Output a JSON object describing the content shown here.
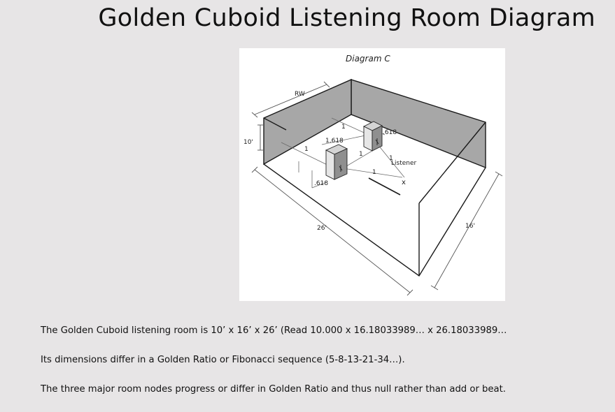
{
  "page": {
    "title": "Golden Cuboid Listening Room Diagram"
  },
  "diagram": {
    "caption": "Diagram C",
    "labels": {
      "rw": "RW",
      "height": "10'",
      "length": "26'",
      "width": "16'",
      "listener": "Listener",
      "listener_mark": "x",
      "one_a": "1",
      "one_b": "1",
      "one_c": "1",
      "one_d": "1",
      "one_e": "1",
      "ratio_1618": "1.618",
      "ratio_618_right": ".618",
      "ratio_618_left": ".618"
    }
  },
  "description": {
    "lines": [
      "The Golden Cuboid listening room is 10’ x 16’ x 26’ (Read 10.000 x 16.18033989… x 26.18033989…",
      "Its dimensions differ in a Golden Ratio or Fibonacci sequence (5-8-13-21-34…).",
      "The three major room nodes progress or differ in Golden Ratio and thus null rather than add or beat."
    ]
  }
}
